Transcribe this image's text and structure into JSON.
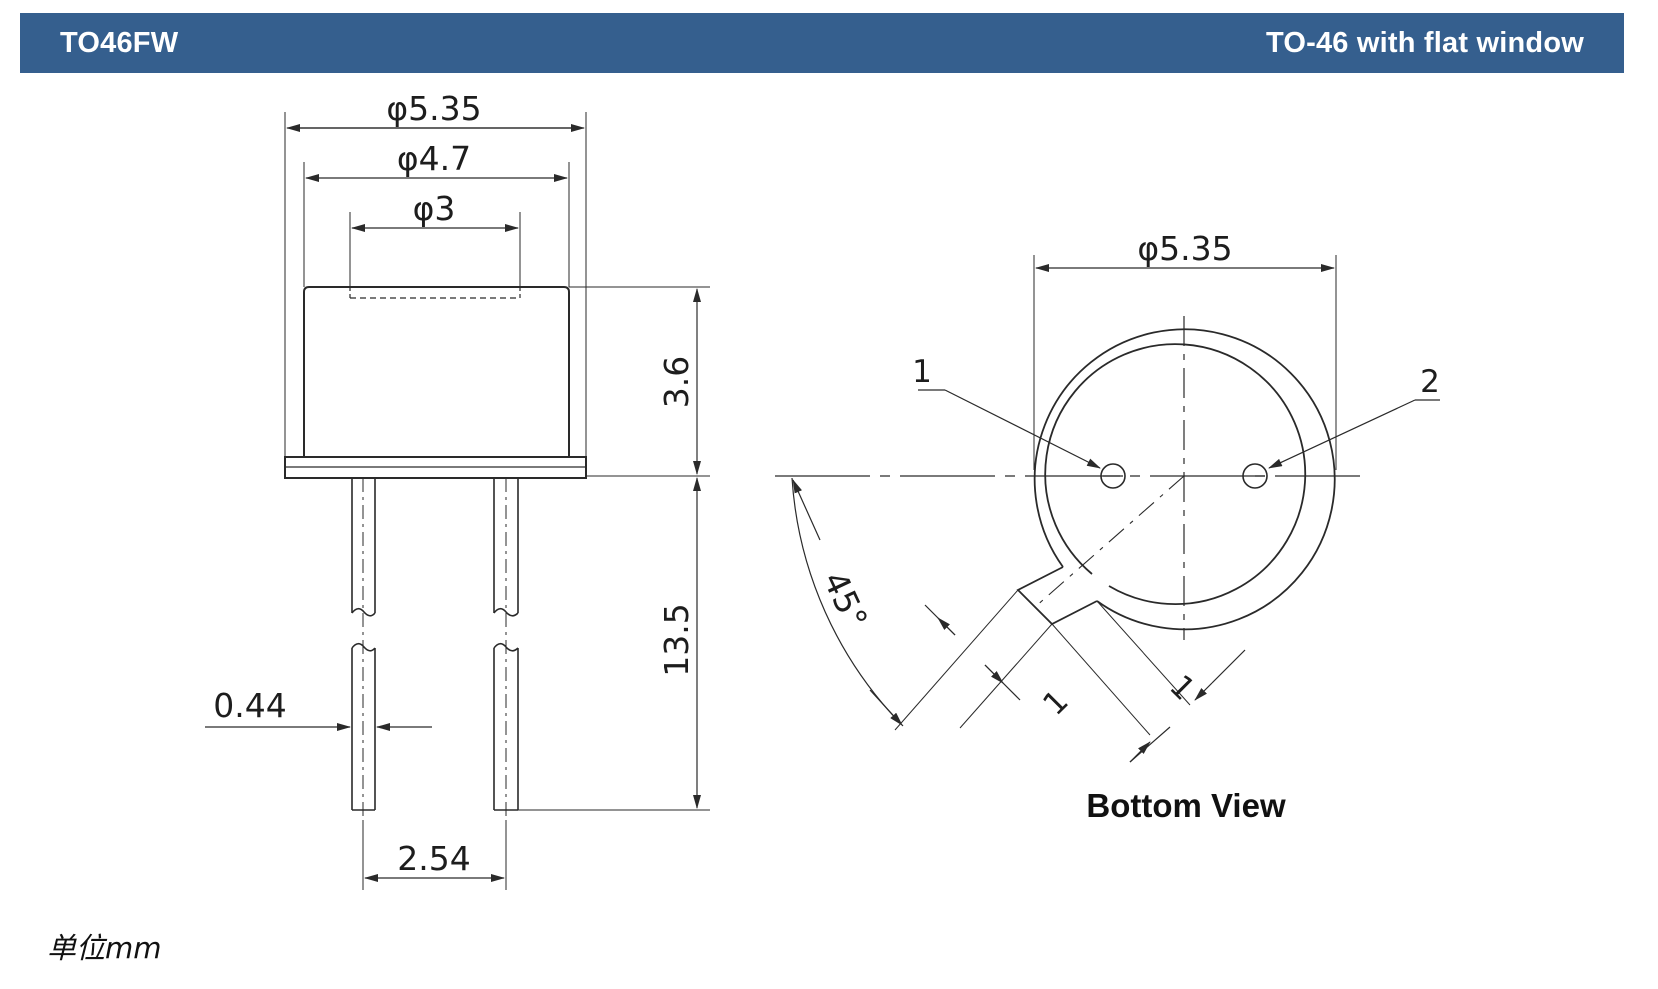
{
  "header": {
    "model": "TO46FW",
    "description": "TO-46 with flat window",
    "background_color": "#355f8e",
    "text_color": "#ffffff"
  },
  "side_view": {
    "dimensions": {
      "cap_diameter": "φ5.35",
      "body_diameter": "φ4.7",
      "window_diameter": "φ3",
      "cap_height": "3.6",
      "lead_length": "13.5",
      "lead_diameter": "0.44",
      "pin_spacing": "2.54"
    }
  },
  "bottom_view": {
    "title": "Bottom View",
    "diameter": "φ5.35",
    "pin_1_label": "1",
    "pin_2_label": "2",
    "tab_angle": "45°",
    "tab_width": "1",
    "tab_length": "1"
  },
  "footer": {
    "unit_note": "单位mm"
  },
  "line_color": "#2a2a2a"
}
